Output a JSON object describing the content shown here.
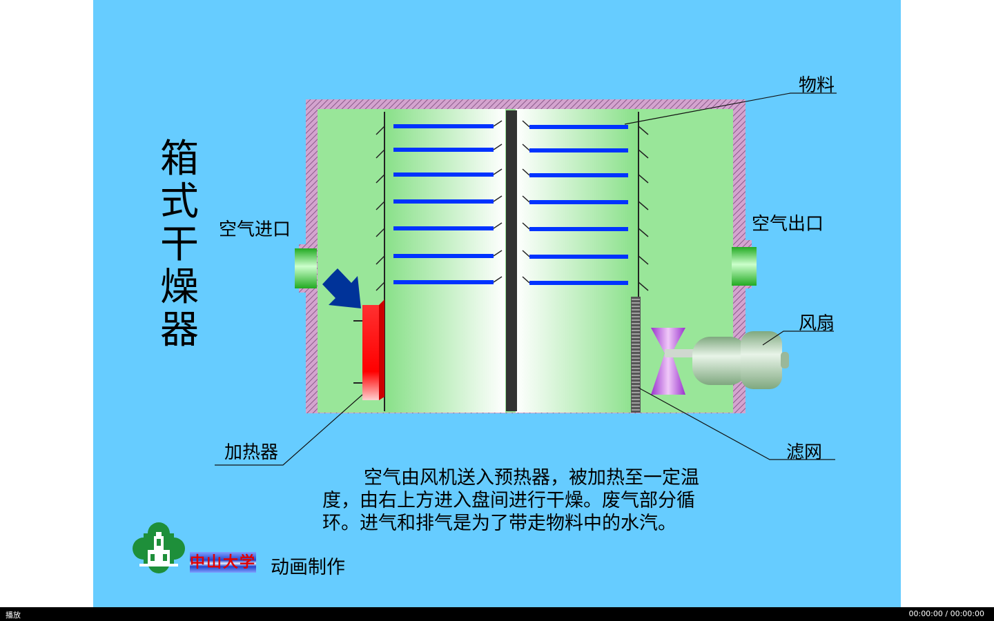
{
  "title": {
    "chars": [
      "箱",
      "式",
      "干",
      "燥",
      "器"
    ]
  },
  "labels": {
    "material": "物料",
    "air_inlet": "空气进口",
    "air_outlet": "空气出口",
    "fan": "风扇",
    "heater": "加热器",
    "filter": "滤网"
  },
  "description": {
    "lines": [
      "空气由风机送入预热器，被加热至一定温",
      "度，由右上方进入盘间进行干燥。废气部分循",
      "环。进气和排气是为了带走物料中的水汽。"
    ]
  },
  "branding": {
    "university": "中山大学",
    "credit": "动画制作"
  },
  "player": {
    "play_label": "播放",
    "time": "00:00:00 / 00:00:00"
  },
  "colors": {
    "background": "#66ccff",
    "wall": "#cc99cc",
    "chamber": "#99e699",
    "tray": "#0033ff",
    "heater": "#ff0000",
    "fan_blade": "#bb55dd",
    "arrow": "#003399"
  }
}
